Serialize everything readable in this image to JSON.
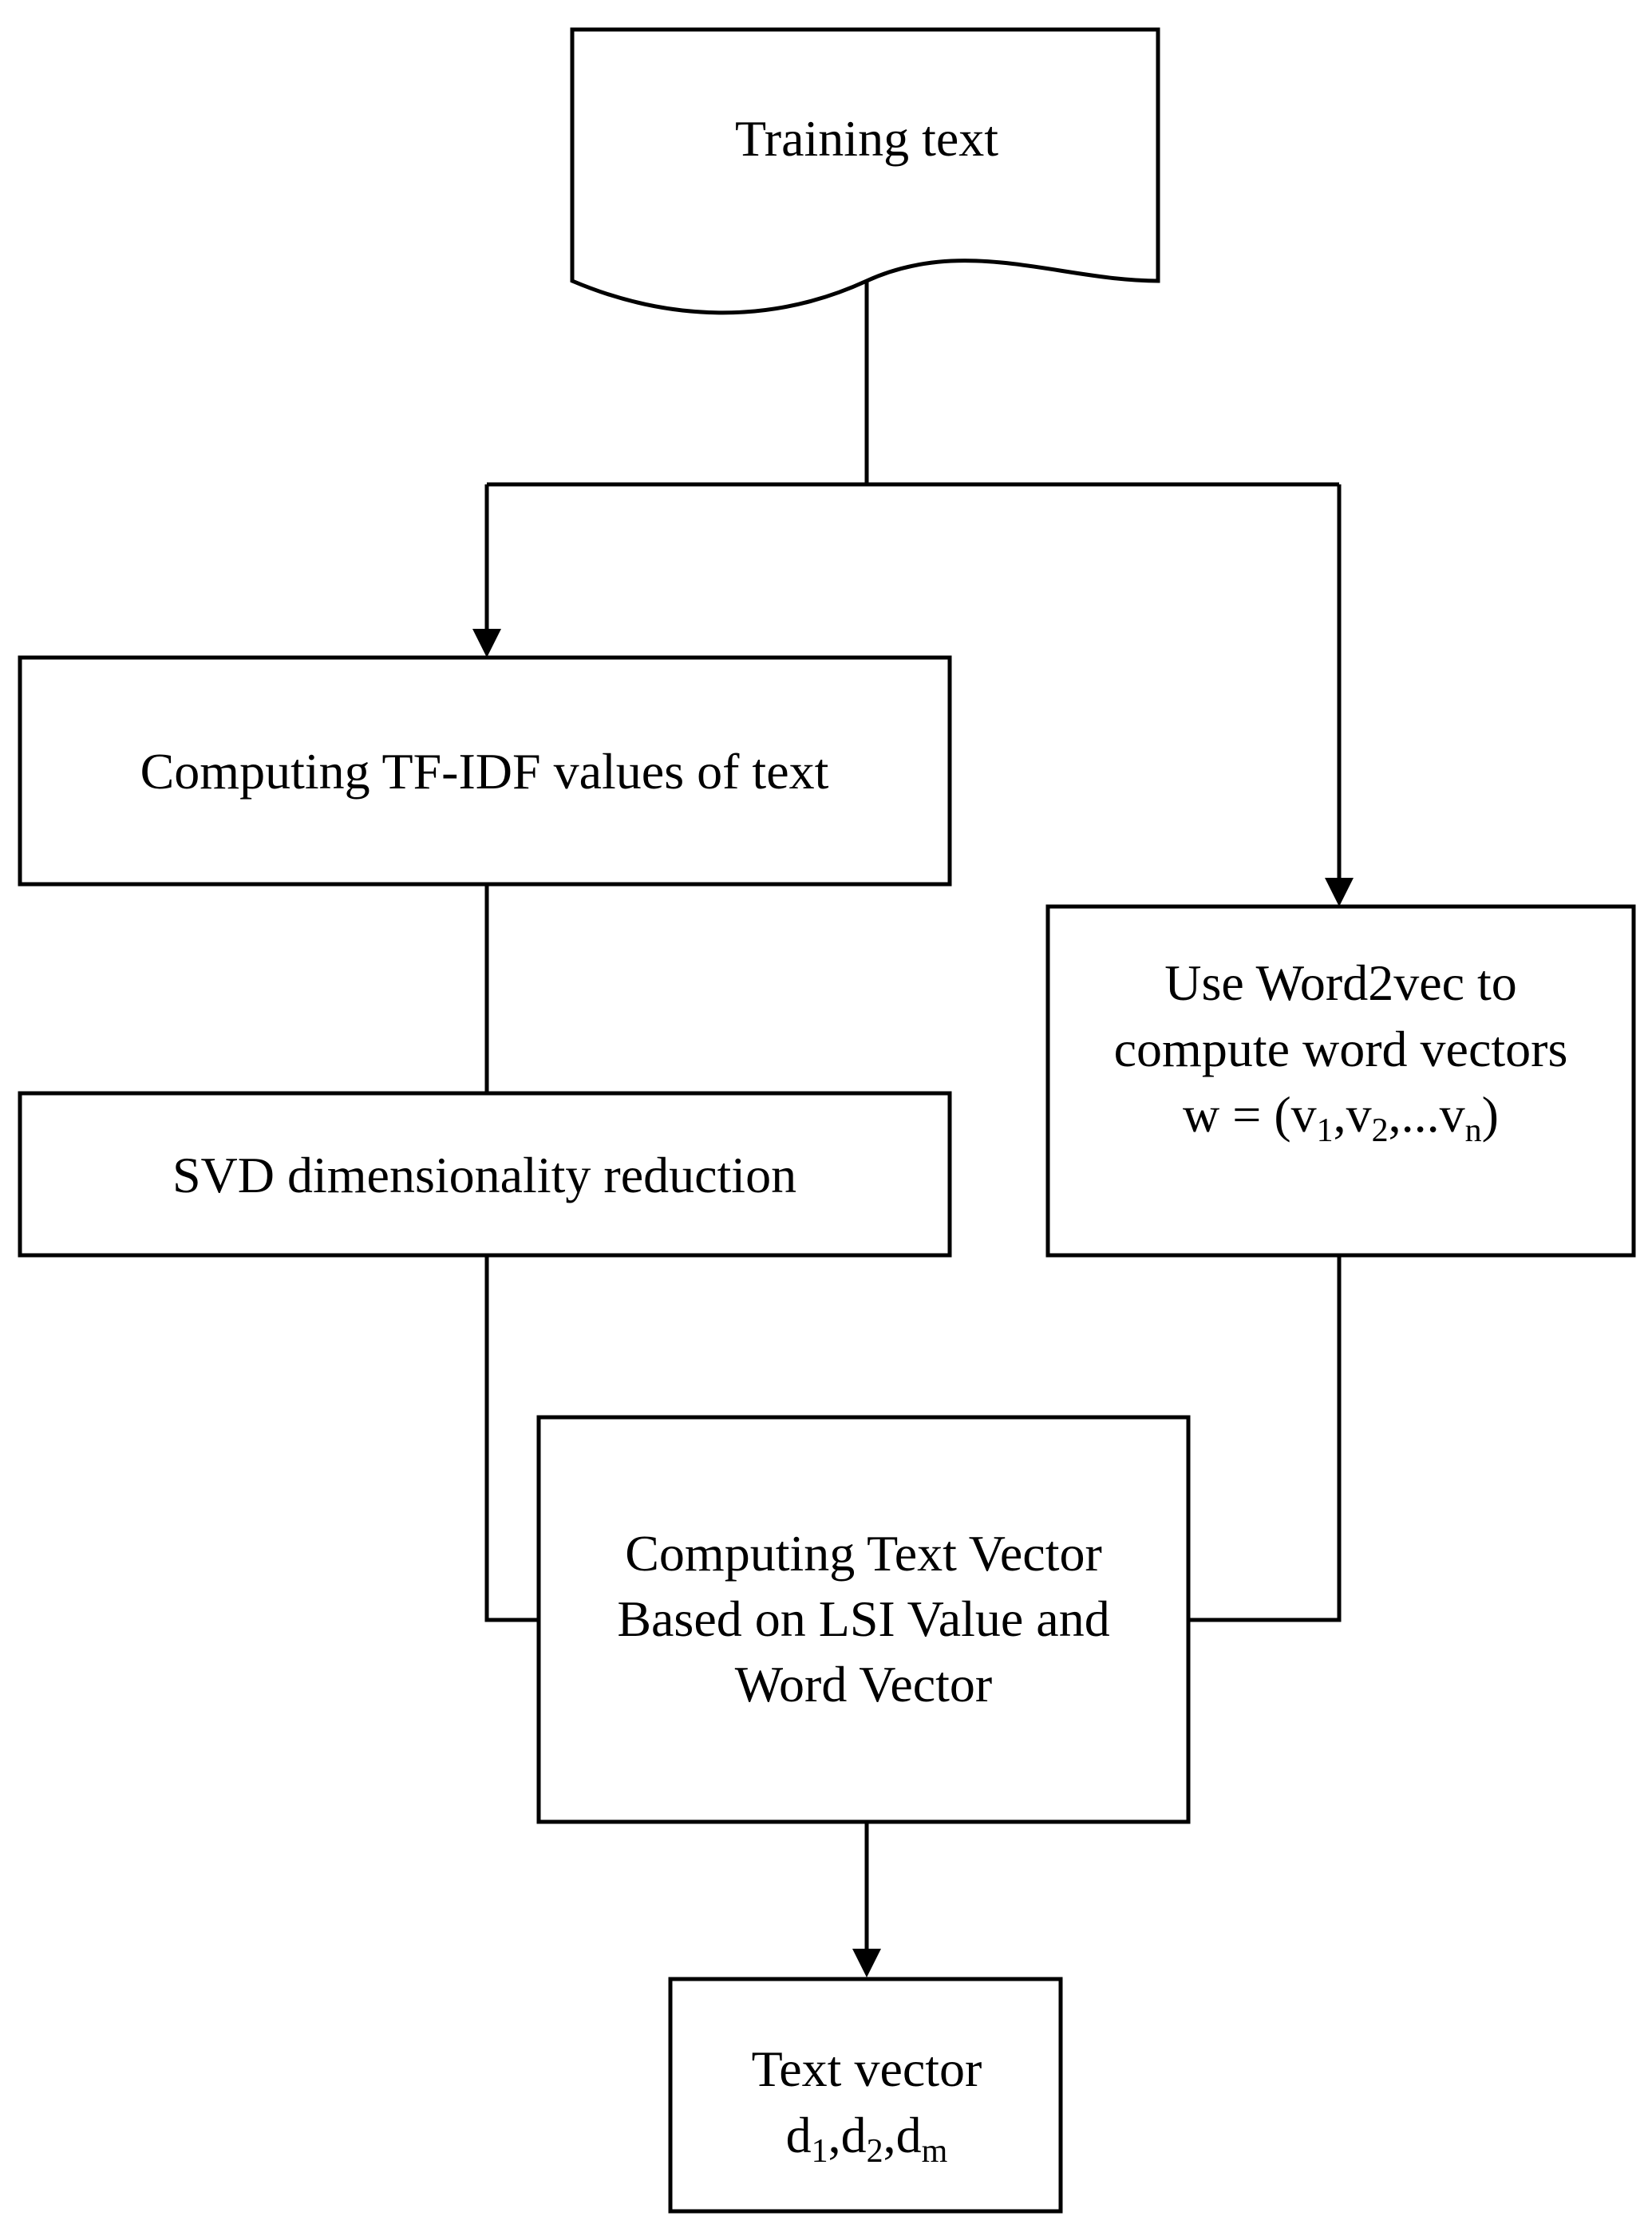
{
  "nodes": {
    "training_text": {
      "label": "Training text"
    },
    "tfidf": {
      "label": "Computing TF-IDF values of text"
    },
    "svd": {
      "label": "SVD dimensionality reduction"
    },
    "word2vec": {
      "line1": "Use Word2vec to",
      "line2": "compute word vectors",
      "line3": {
        "prefix": "w = (v",
        "sub1": "1",
        "sep1": ",v",
        "sub2": "2",
        "sep2": ",...v",
        "sub3": "n",
        "suffix": ")"
      }
    },
    "text_vector_compute": {
      "line1": "Computing Text Vector",
      "line2": "Based on LSI Value and",
      "line3": "Word Vector"
    },
    "text_vector_output": {
      "line1": "Text vector",
      "line2": {
        "p1": "d",
        "s1": "1",
        "p2": ",d",
        "s2": "2",
        "p3": ",d",
        "s3": "m"
      }
    }
  },
  "colors": {
    "stroke": "#000000",
    "fill": "#ffffff"
  }
}
